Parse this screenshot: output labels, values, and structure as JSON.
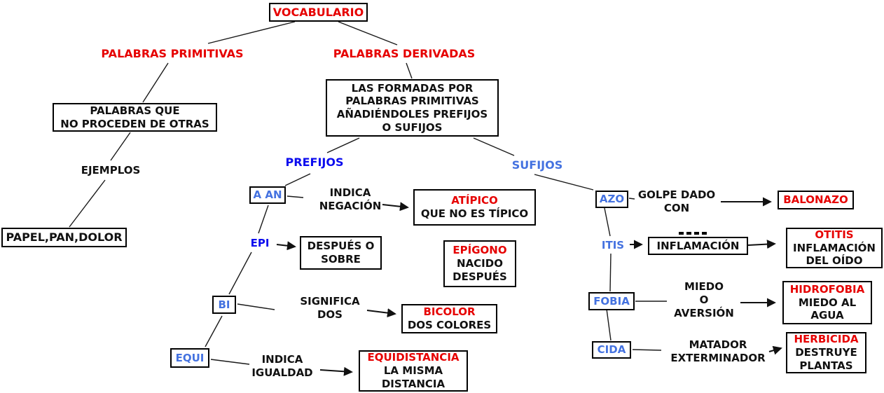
{
  "diagram": {
    "type": "concept-map",
    "language": "es",
    "colors": {
      "header_red": "#e60000",
      "prefix_blue": "#0b0bee",
      "label_blue": "#4472e0",
      "text_black": "#111111",
      "background": "#ffffff"
    },
    "nodes": {
      "vocabulario": {
        "label": "VOCABULARIO"
      },
      "palabras_primitivas": {
        "label": "PALABRAS PRIMITIVAS"
      },
      "palabras_derivadas": {
        "label": "PALABRAS DERIVADAS"
      },
      "primitivas_def": {
        "lines": [
          "PALABRAS QUE",
          "NO PROCEDEN DE OTRAS"
        ]
      },
      "ejemplos": {
        "label": "EJEMPLOS"
      },
      "ejemplos_lista": {
        "label": "PAPEL,PAN,DOLOR"
      },
      "derivadas_def": {
        "lines": [
          "LAS FORMADAS POR",
          "PALABRAS PRIMITIVAS",
          "AÑADIÉNDOLES PREFIJOS",
          "O SUFIJOS"
        ]
      },
      "prefijos": {
        "label": "PREFIJOS"
      },
      "sufijos": {
        "label": "SUFIJOS"
      },
      "a_an": {
        "label": "A AN"
      },
      "a_an_desc": {
        "lines": [
          "INDICA",
          "NEGACIÓN"
        ]
      },
      "atipico": {
        "lines": [
          "ATÍPICO",
          "QUE NO ES TÍPICO"
        ]
      },
      "epi": {
        "label": "EPI"
      },
      "epi_desc": {
        "lines": [
          "DESPUÉS O",
          "SOBRE"
        ]
      },
      "epigono": {
        "lines": [
          "EPÍGONO",
          "NACIDO",
          "DESPUÉS"
        ]
      },
      "bi": {
        "label": "BI"
      },
      "bi_desc": {
        "lines": [
          "SIGNIFICA",
          "DOS"
        ]
      },
      "bicolor": {
        "lines": [
          "BICOLOR",
          "DOS COLORES"
        ]
      },
      "equi": {
        "label": "EQUI"
      },
      "equi_desc": {
        "lines": [
          "INDICA",
          "IGUALDAD"
        ]
      },
      "equidistancia": {
        "lines": [
          "EQUIDISTANCIA",
          "LA MISMA",
          "DISTANCIA"
        ]
      },
      "azo": {
        "label": "AZO"
      },
      "azo_desc": {
        "lines": [
          "GOLPE DADO",
          "CON"
        ]
      },
      "balonazo": {
        "lines": [
          "BALONAZO"
        ]
      },
      "itis": {
        "label": "ITIS"
      },
      "itis_desc": {
        "label": "INFLAMACIÓN"
      },
      "otitis": {
        "lines": [
          "OTITIS",
          "INFLAMACIÓN",
          "DEL OÍDO"
        ]
      },
      "fobia": {
        "label": "FOBIA"
      },
      "fobia_desc": {
        "lines": [
          "MIEDO",
          "O",
          "AVERSIÓN"
        ]
      },
      "hidrofobia": {
        "lines": [
          "HIDROFOBIA",
          "MIEDO AL",
          "AGUA"
        ]
      },
      "cida": {
        "label": "CIDA"
      },
      "cida_desc": {
        "lines": [
          "MATADOR",
          "EXTERMINADOR"
        ]
      },
      "herbicida": {
        "lines": [
          "HERBICIDA",
          "DESTRUYE",
          "PLANTAS"
        ]
      }
    }
  }
}
